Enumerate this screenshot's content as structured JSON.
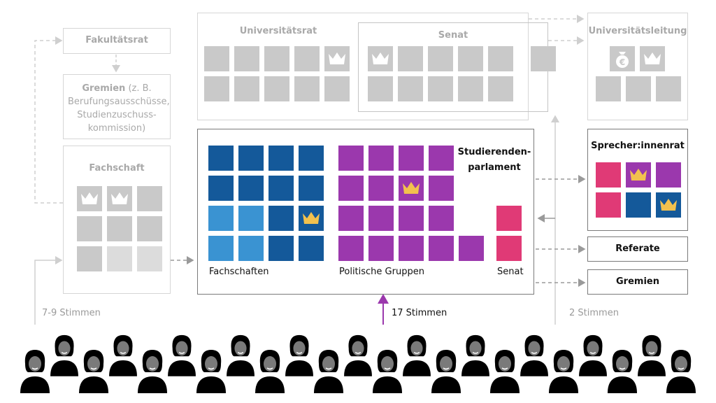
{
  "colors": {
    "fachschaft_dark": "#14599a",
    "fachschaft_light": "#3a93d2",
    "political": "#9b38ad",
    "senat": "#e03a76",
    "crown": "#f2c14e",
    "faded_gray": "#c9c9c9",
    "person": "#000000",
    "face": "#7a7a7a",
    "arrow_purple": "#9b38ad"
  },
  "bodies": {
    "fakultaetsrat": "Fakultätsrat",
    "gremien_left_bold": "Gremien",
    "gremien_left_rest": " (z. B. Berufungsausschüsse, Studienzuschuss-kommission)",
    "fachschaft": "Fachschaft",
    "universitaetsrat": "Universitätsrat",
    "senat_top": "Senat",
    "universitaetsleitung": "Universitätsleitung",
    "studierendenparlament": "Studierenden-parlament",
    "sprecherinnenrat": "Sprecher:innenrat",
    "referate": "Referate",
    "gremien_right": "Gremien"
  },
  "parliament_groups": {
    "fachschaften": "Fachschaften",
    "politische_gruppen": "Politische Gruppen",
    "senat": "Senat"
  },
  "votes": {
    "left": "7-9 Stimmen",
    "center": "17 Stimmen",
    "right": "2 Stimmen"
  },
  "icons": {
    "crown": "crown-icon",
    "money_bag": "money-bag-icon",
    "person": "person-icon"
  },
  "money_symbol": "€"
}
